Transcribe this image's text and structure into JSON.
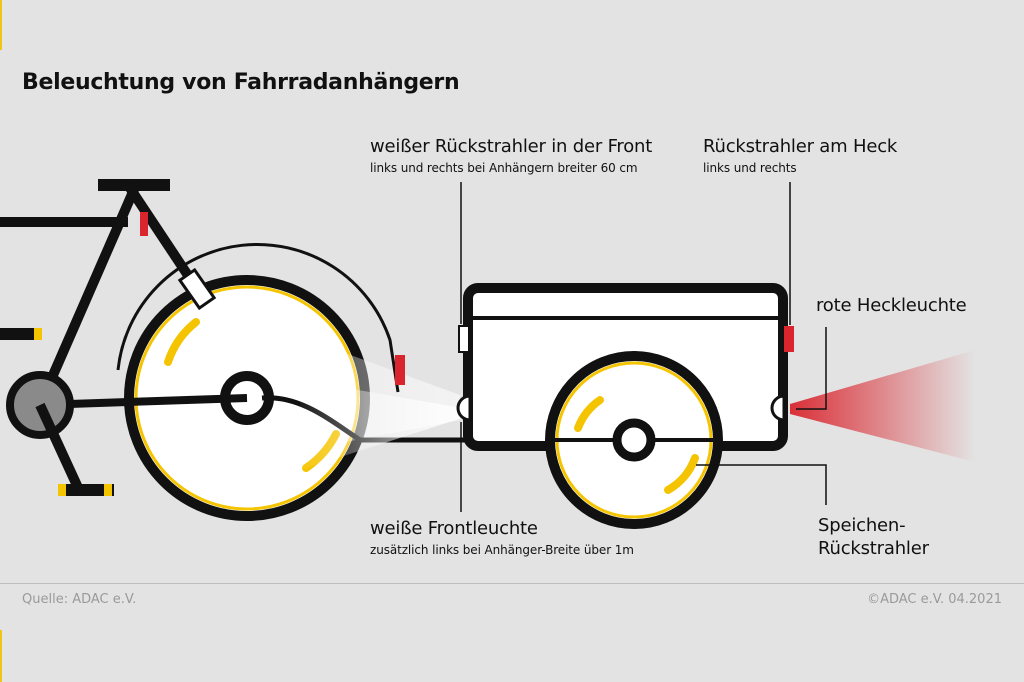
{
  "title": "Beleuchtung von Fahrradanhängern",
  "labels": {
    "front_reflector": {
      "main": "weißer Rückstrahler in der Front",
      "sub": "links und rechts bei Anhängern breiter 60 cm"
    },
    "rear_reflector": {
      "main": "Rückstrahler am Heck",
      "sub": "links und rechts"
    },
    "rear_light": {
      "main": "rote Heckleuchte"
    },
    "front_light": {
      "main": "weiße Frontleuchte",
      "sub": "zusätzlich links bei Anhänger-Breite über 1m"
    },
    "spoke_reflector": {
      "line1": "Speichen-",
      "line2": "Rückstrahler"
    }
  },
  "footer": {
    "source": "Quelle: ADAC e.V.",
    "copyright": "©ADAC e.V. 04.2021"
  },
  "colors": {
    "background": "#e3e3e3",
    "line": "#111111",
    "accent_yellow": "#f5c400",
    "reflector_red": "#d9262e",
    "body_white": "#ffffff"
  }
}
